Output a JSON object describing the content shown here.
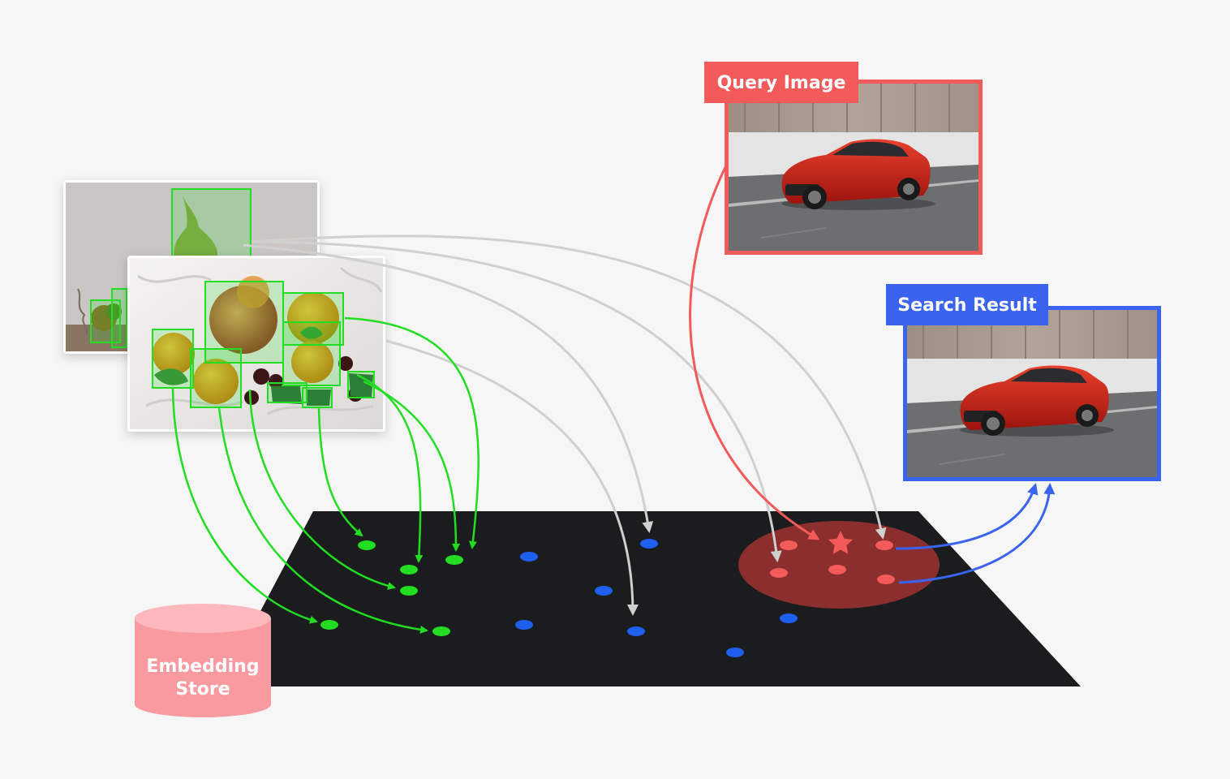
{
  "query_label": "Query Image",
  "result_label": "Search Result",
  "store_label_line1": "Embedding",
  "store_label_line2": "Store",
  "colors": {
    "object_embedding": "#22dd22",
    "other_embedding": "#1f5ff0",
    "query": "#f35a5a",
    "result": "#3a63f0",
    "plane": "#1b1c1e",
    "background": "#f6f6f6",
    "store": "#f99aa0"
  },
  "icons": {
    "fruit_photo": "fruit-still-life-photo",
    "pear_photo": "pear-photo",
    "car_photo": "red-sports-car-photo",
    "store": "database-cylinder-icon",
    "query_point": "star-icon"
  }
}
